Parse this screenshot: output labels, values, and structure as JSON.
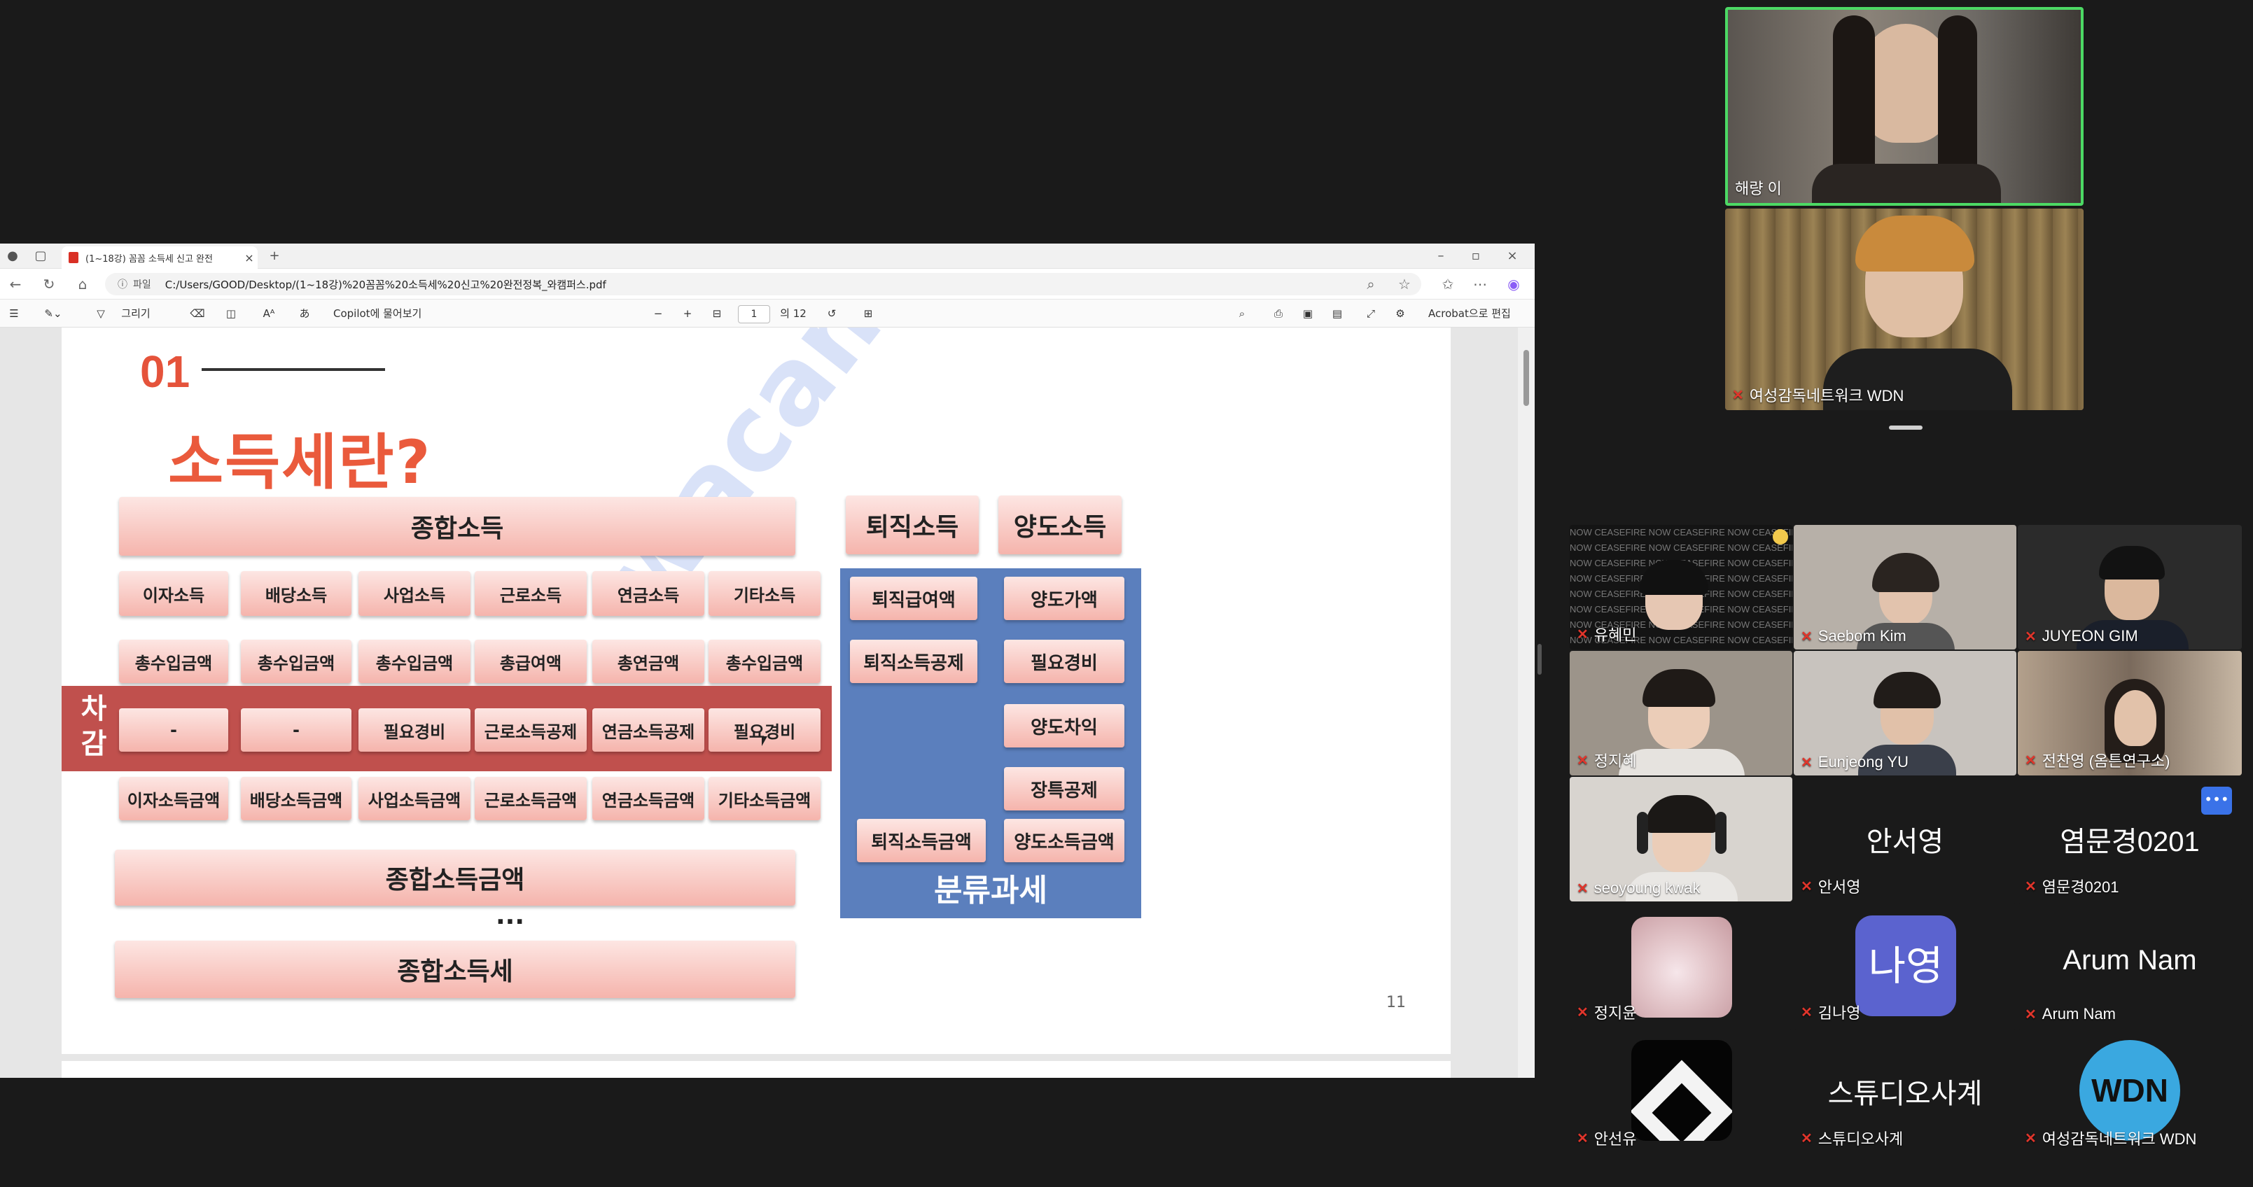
{
  "browser": {
    "tab_title": "(1~18강) 꼼꼼 소득세 신고 완전",
    "url_prefix": "파일",
    "url": "C:/Users/GOOD/Desktop/(1~18강)%20꼼꼼%20소득세%20신고%20완전정복_와캠퍼스.pdf"
  },
  "pdf_toolbar": {
    "draw_label": "그리기",
    "copilot_label": "Copilot에 물어보기",
    "page_current": "1",
    "page_total": "의 12",
    "acrobat_label": "Acrobat으로 편집"
  },
  "slide": {
    "number": "01",
    "title": "소득세란?",
    "comprehensive_income": "종합소득",
    "income_types": [
      "이자소득",
      "배당소득",
      "사업소득",
      "근로소득",
      "연금소득",
      "기타소득"
    ],
    "gross_amounts": [
      "총수입금액",
      "총수입금액",
      "총수입금액",
      "총급여액",
      "총연금액",
      "총수입금액"
    ],
    "deduction_label": "차감",
    "deductions": [
      "-",
      "-",
      "필요경비",
      "근로소득공제",
      "연금소득공제",
      "필요경비"
    ],
    "income_amounts": [
      "이자소득금액",
      "배당소득금액",
      "사업소득금액",
      "근로소득금액",
      "연금소득금액",
      "기타소득금액"
    ],
    "comprehensive_income_amount": "종합소득금액",
    "ellipsis": "...",
    "comprehensive_income_tax": "종합소득세",
    "retirement_income": "퇴직소득",
    "transfer_income": "양도소득",
    "retirement_items": [
      "퇴직급여액",
      "퇴직소득공제"
    ],
    "retirement_amount": "퇴직소득금액",
    "transfer_items": [
      "양도가액",
      "필요경비",
      "양도차익",
      "장특공제"
    ],
    "transfer_amount": "양도소득금액",
    "separate_tax": "분류과세",
    "watermark": "wacampus",
    "page_number": "11"
  },
  "participants": {
    "speaker_top": "해량 이",
    "speaker_bottom": "여성감독네트워크 WDN",
    "grid": [
      "유혜민",
      "Saebom Kim",
      "JUYEON GIM",
      "정지혜",
      "Eunjeong YU",
      "전찬영 (옴튼연구소)",
      "seoyoung kwak",
      "안서영",
      "염문경0201",
      "정지윤",
      "김나영",
      "Arum Nam",
      "안선유",
      "스튜디오사계",
      "여성감독네트워크 WDN"
    ],
    "big_names": {
      "ahn": "안서영",
      "yeom": "염문경0201",
      "kim_avatar": "나영",
      "arum": "Arum Nam",
      "studio": "스튜디오사계",
      "wdn_logo": "WDN"
    },
    "more_button": "•••"
  },
  "colors": {
    "slide_accent": "#e5533b",
    "deduct_band": "#c0504d",
    "blue_panel": "#5b7fbd",
    "active_speaker_border": "#4cd964",
    "muted_mic": "#e0352b",
    "kim_avatar_bg": "#5b63cf"
  }
}
